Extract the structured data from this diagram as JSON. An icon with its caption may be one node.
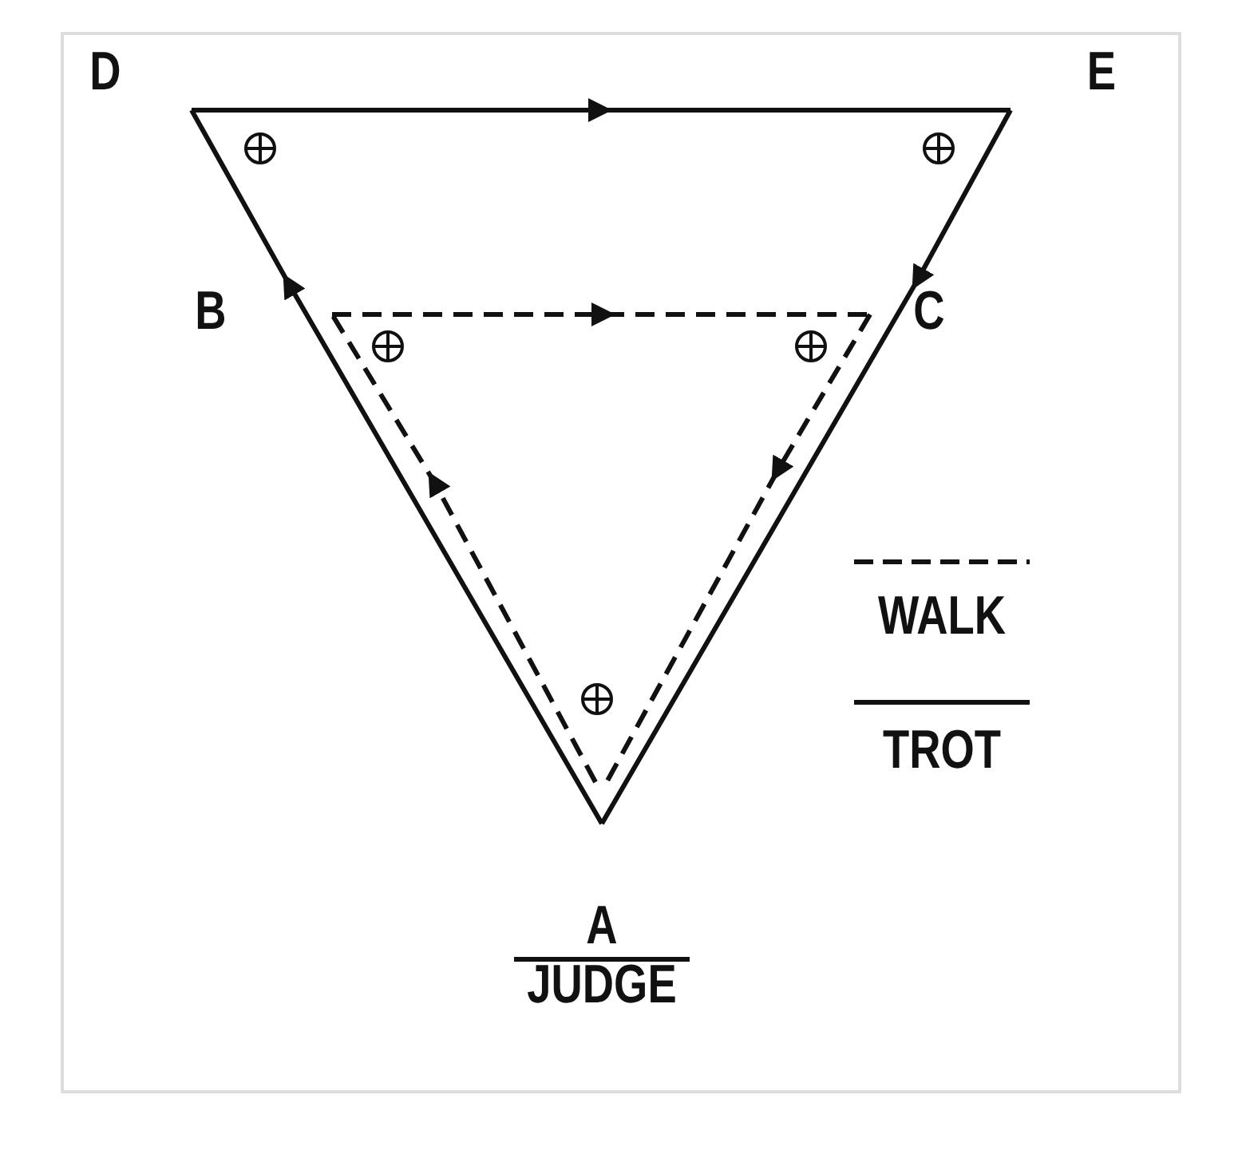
{
  "diagram": {
    "labels": [
      "D",
      "E",
      "B",
      "C",
      "A",
      "JUDGE"
    ],
    "legend": [
      {
        "text": "WALK"
      },
      {
        "text": "TROT"
      }
    ]
  }
}
